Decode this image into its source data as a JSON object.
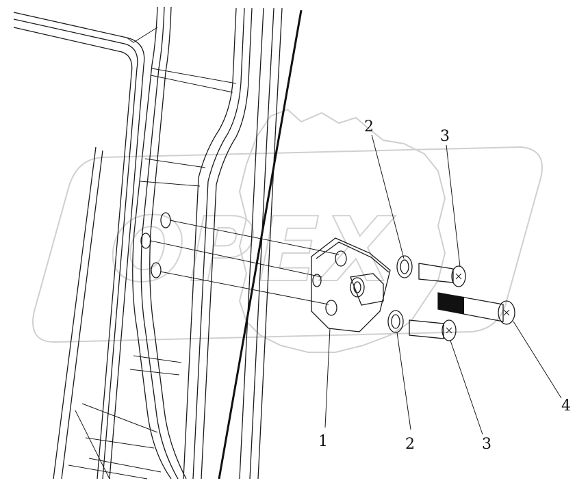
{
  "watermark": {
    "text": "OPEX"
  },
  "callouts": [
    {
      "id": "1",
      "text": "1"
    },
    {
      "id": "2a",
      "text": "2"
    },
    {
      "id": "2b",
      "text": "2"
    },
    {
      "id": "3a",
      "text": "3"
    },
    {
      "id": "3b",
      "text": "3"
    },
    {
      "id": "4",
      "text": "4"
    }
  ]
}
